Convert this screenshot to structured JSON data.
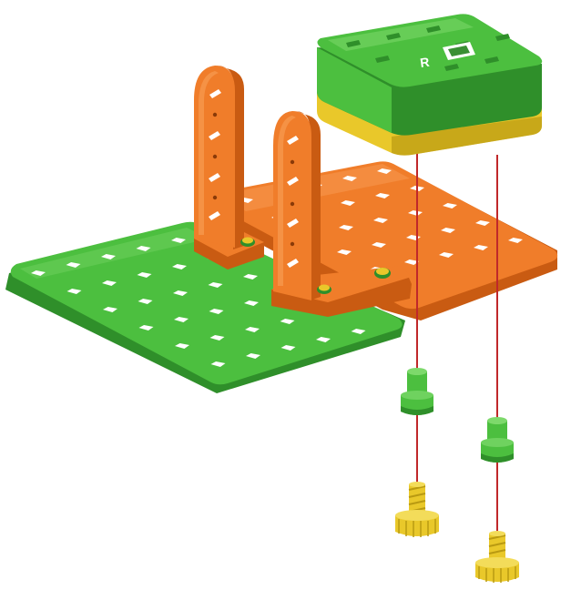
{
  "diagram": {
    "colors": {
      "green": "#4cbf3f",
      "green_dark": "#2f8f2a",
      "green_light": "#7dd96b",
      "orange": "#f07d2a",
      "orange_dark": "#c95b12",
      "orange_light": "#f8a059",
      "yellow": "#e9c82a",
      "yellow_dark": "#b99a12",
      "rod": "#c0282a",
      "background": "#ffffff"
    },
    "module_label": "R",
    "parts": [
      {
        "name": "green-base-plate",
        "color": "green",
        "hole_grid": [
          5,
          6
        ]
      },
      {
        "name": "orange-base-plate",
        "color": "orange",
        "hole_grid": [
          5,
          5
        ]
      },
      {
        "name": "orange-bracket-left",
        "color": "orange"
      },
      {
        "name": "orange-bracket-right",
        "color": "orange"
      },
      {
        "name": "green-control-module",
        "color": "green",
        "top_holes": 8
      },
      {
        "name": "green-spacer-peg",
        "color": "green",
        "count": 2
      },
      {
        "name": "yellow-thumb-screw",
        "color": "yellow",
        "count": 2
      },
      {
        "name": "red-guide-line",
        "color": "rod",
        "count": 2
      }
    ]
  }
}
